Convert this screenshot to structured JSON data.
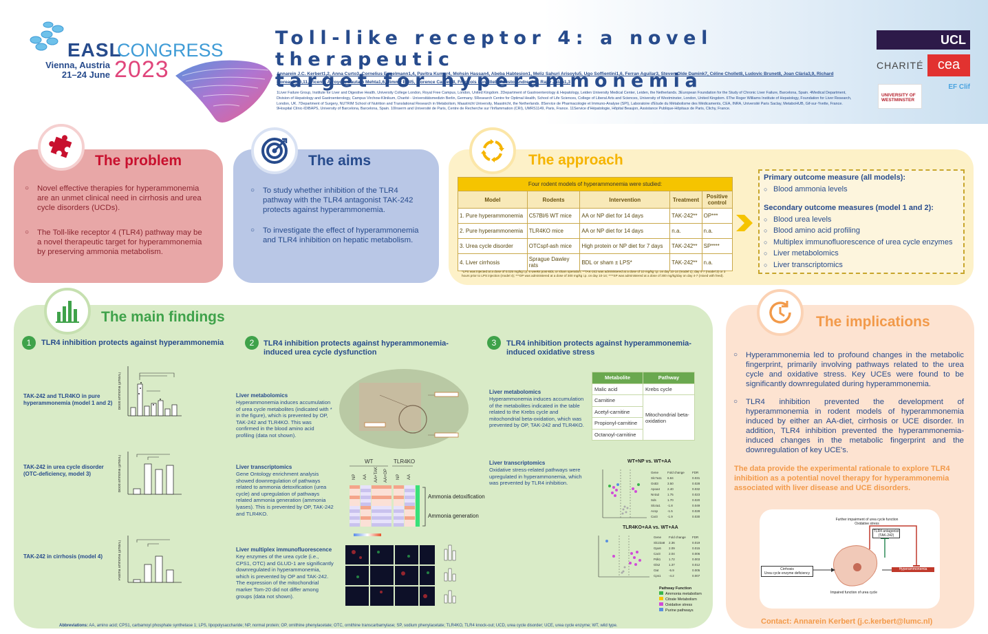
{
  "header": {
    "title_line1": "Toll-like receptor 4: a novel therapeutic",
    "title_line2": "target for hyperammonemia",
    "authors": "Annarein J.C. Kerbert1,2, Anna Curto3, Cornelius Engelmann1,4, Pavitra Kumar4, Mohsin Hassan4, Abeba Habtesion1, Meliz Sahuri Arisoylu5, Ugo Soffientini1,6, Ferran Aguilar3, Steven Olde Damink7, Céline Chollet8, Ludovic Brunet8, Joan Clària3,9, Richard Moreau3,10,11, Vicente Arroyo3, Gautam Mehta1,6, Jimmy Bell5, Florence Castelli8, François Fenaille8, Fausto Andreola1, Rajiv Jalan1,3",
    "affiliations": "1Liver Failure Group, Institute for Liver and Digestive Health, University College London, Royal Free Campus, London, United Kingdom. 2Department of Gastroenterology & Hepatology, Leiden University Medical Center, Leiden, the Netherlands. 3European Foundation for the Study of Chronic Liver Failure, Barcelona, Spain. 4Medical Department, Division of Hepatology and Gastroenterology, Campus Virchow-Klinikum, Charité - Universitätsmedizin Berlin, Germany. 5Research Centre for Optimal Health, School of Life Sciences, College of Liberal Arts and Sciences, University of Westminster, London, United Kingdom. 6The Roger Williams Institute of Hepatology, Foundation for Liver Research, London, UK. 7Department of Surgery, NUTRIM School of Nutrition and Translational Research in Metabolism, Maastricht University, Maastricht, the Netherlands. 8Service de Pharmacologie et Immuno-Analyse (SPI), Laboratoire d'Etude du Métabolisme des Médicaments, CEA, INRA, Université Paris Saclay, MetaboHUB, Gif-sur-Yvette, France. 9Hospital Clínic-IDIBAPS, University of Barcelona, Barcelona, Spain. 10Inserm and Université de Paris, Centre de Recherche sur l'Inflammation (CRI), UMRS1149, Paris, France. 11Service d'Hépatologie, Hôpital Beaujon, Assistance Publique-Hôpitaux de Paris, Clichy, France.",
    "logo_easl": "EASL",
    "logo_congress": "CONGRESS",
    "logo_city": "Vienna, Austria",
    "logo_dates": "21–24 June",
    "logo_year": "2023",
    "partner_logos": [
      "UCL",
      "CHARITÉ",
      "cea",
      "UNIVERSITY OF WESTMINSTER",
      "EF Clif"
    ]
  },
  "problem": {
    "title": "The problem",
    "items": [
      "Novel effective therapies for hyperammonemia are an unmet clinical need in cirrhosis and urea cycle disorders (UCDs).",
      "The Toll-like receptor 4 (TLR4) pathway may be a novel therapeutic target for hyperammonemia by preserving ammonia metabolism."
    ]
  },
  "aims": {
    "title": "The aims",
    "items": [
      "To study whether inhibition of the TLR4 pathway with the TLR4 antagonist TAK-242 protects against hyperammonemia.",
      "To investigate the effect of hyperammonemia and TLR4 inhibition on hepatic metabolism."
    ]
  },
  "approach": {
    "title": "The approach",
    "table_caption": "Four rodent models of hyperammonemia were studied:",
    "headers": [
      "Model",
      "Rodents",
      "Intervention",
      "Treatment",
      "Positive control"
    ],
    "rows": [
      [
        "1. Pure hyperammonemia",
        "C57Bl/6 WT mice",
        "AA or NP diet for 14 days",
        "TAK-242**",
        "OP***"
      ],
      [
        "2. Pure hyperammonemia",
        "TLR4KO mice",
        "AA or NP diet for 14 days",
        "n.a.",
        "n.a."
      ],
      [
        "3. Urea cycle disorder",
        "OTCspf-ash mice",
        "High protein or NP diet for 7 days",
        "TAK-242**",
        "SP****"
      ],
      [
        "4. Liver cirrhosis",
        "Sprague Dawley rats",
        "BDL or sham ± LPS*",
        "TAK-242**",
        "n.a."
      ]
    ],
    "footnote": "*LPS was injected at a dose of 0.025 mg/kg i.p. 6 weeks post-BDL or sham operation; **TAK-242 was administered at a dose of 10 mg/kg i.p. on day 10-14 (model 1), day 4-7 (model 3) or 3 hours prior to LPS injection (model 4); ***OP was administered at a dose of 300 mg/kg i.p. on day 10-14; ****SP was administered at a dose of 300 mg/kg/day on day 4-7 (mixed with feed).",
    "primary_heading": "Primary outcome measure (all models):",
    "primary_items": [
      "Blood ammonia levels"
    ],
    "secondary_heading": "Secondary outcome measures (model 1 and 2):",
    "secondary_items": [
      "Blood urea levels",
      "Blood amino acid profiling",
      "Multiplex immunofluorescence of urea cycle enzymes",
      "Liver metabolomics",
      "Liver transcriptomics"
    ]
  },
  "findings": {
    "title": "The main findings",
    "f1_num": "1",
    "f1_title": "TLR4 inhibition protects against hyperammonemia",
    "f1_labels": [
      "TAK-242 and TLR4KO in pure hyperammonemia (model 1 and 2)",
      "TAK-242 in urea cycle disorder (OTC-deficiency, model 3)",
      "TAK-242 in cirrhosis (model 4)"
    ],
    "f2_num": "2",
    "f2_title": "TLR4 inhibition protects against hyperammonemia-induced urea cycle dysfunction",
    "f2_blocks": [
      {
        "head": "Liver metabolomics",
        "text": "Hyperammonemia induces accumulation of urea cycle metabolites (indicated with * in the figure), which is prevented by OP, TAK-242 and TLR4KO. This was confirmed in the blood amino acid profiling (data not shown)."
      },
      {
        "head": "Liver transcriptomics",
        "text": "Gene Ontology enrichment analysis showed downregulation of pathways related to ammonia detoxification (urea cycle) and upregulation of pathways related ammonia generation (ammonia lyases). This is prevented by OP, TAK-242 and TLR4KO."
      },
      {
        "head": "Liver multiplex immunofluorescence",
        "text": "Key enzymes of the urea cycle (i.e., CPS1, OTC) and GLUD-1 are significantly downregulated in hyperammonemia, which is prevented by OP and TAK-242. The expression of the mitochondrial marker Tom-20 did not differ among groups (data not shown)."
      }
    ],
    "heatmap_groups": [
      "WT",
      "TLR4KO"
    ],
    "heatmap_labels": [
      "Ammonia detoxification",
      "Ammonia generation"
    ],
    "f3_num": "3",
    "f3_title": "TLR4 inhibition protects against hyperammonemia-induced oxidative stress",
    "f3_blocks": [
      {
        "head": "Liver metabolomics",
        "text": "Hyperammonemia induces accumulation of the metabolites indicated in the table related to the Krebs cycle and mitochondrial beta-oxidation, which was prevented by OP, TAK-242 and TLR4KO."
      },
      {
        "head": "Liver transcriptomics",
        "text": "Oxidative stress-related pathways were upregulated in hyperammonemia, which was prevented by TLR4 inhibition."
      }
    ],
    "met_headers": [
      "Metabolite",
      "Pathway"
    ],
    "met_rows": [
      "Malic acid",
      "Carnitine",
      "Acetyl-carnitine",
      "Propionyl-carnitine",
      "Octanoyl-carnitine"
    ],
    "met_path1": "Krebs cycle",
    "met_path2": "Mitochondrial beta-oxidation",
    "volcano1_title": "WT+NP vs. WT+AA",
    "volcano2_title": "TLR4KO+AA vs. WT+AA",
    "pathway_legend_title": "Pathway Function",
    "pathway_legend": [
      "Ammonia metabolism",
      "Citrate Metabolism",
      "Oxidative stress",
      "Purine pathways"
    ],
    "pathway_colors": [
      "#39b54a",
      "#f7c500",
      "#d04bd8",
      "#5a8fe0"
    ]
  },
  "implications": {
    "title": "The implications",
    "items": [
      "Hyperammonemia led to profound changes in the metabolic fingerprint, primarily involving pathways related to the urea cycle and oxidative stress. Key UCEs were found to be significantly downregulated during hyperammonemia.",
      "TLR4 inhibition prevented the development of hyperammonemia in rodent models of hyperammonemia induced by either an AA-diet, cirrhosis or UCE disorder. In addition, TLR4 inhibition prevented the hyperammonemia-induced changes in the metabolic fingerprint and the downregulation of key UCE's."
    ],
    "conclusion": "The data provide the experimental rationale to explore TLR4 inhibition as a potential novel therapy for hyperammonemia associated with liver disease and UCE disorders.",
    "diagram_labels": {
      "top": "Further impairment of urea cycle function\nOxidative stress",
      "antagonist": "TLR4 antagonist\n(TAK-242)",
      "cirrhosis": "Cirrhosis\nUrea cycle enzyme deficiency",
      "hyper": "Hyperammonemia",
      "bottom": "Impaired function of urea cycle"
    },
    "contact": "Contact: Annarein Kerbert (j.c.kerbert@lumc.nl)"
  },
  "footer": {
    "abbr_label": "Abbreviations:",
    "abbr_text": "AA, amino acid; CPS1, carbamoyl phosphate synthetase 1; LPS, lipopolysaccharide; NP, normal protein; OP, ornithine phenylacetate; OTC, ornithine transcarbamylase; SP, sodium phenylacetate; TLR4KO, TLR4 knock-out; UCD, urea cycle disorder; UCE, urea cycle enzyme; WT, wild type."
  },
  "colors": {
    "problem": "#e8a7a7",
    "aims": "#b9c7e6",
    "approach": "#fdf1c8",
    "findings": "#d9ebc7",
    "implications": "#fde3d1",
    "navy": "#274b8c",
    "green": "#3fa24a",
    "orange": "#f29a4a"
  }
}
